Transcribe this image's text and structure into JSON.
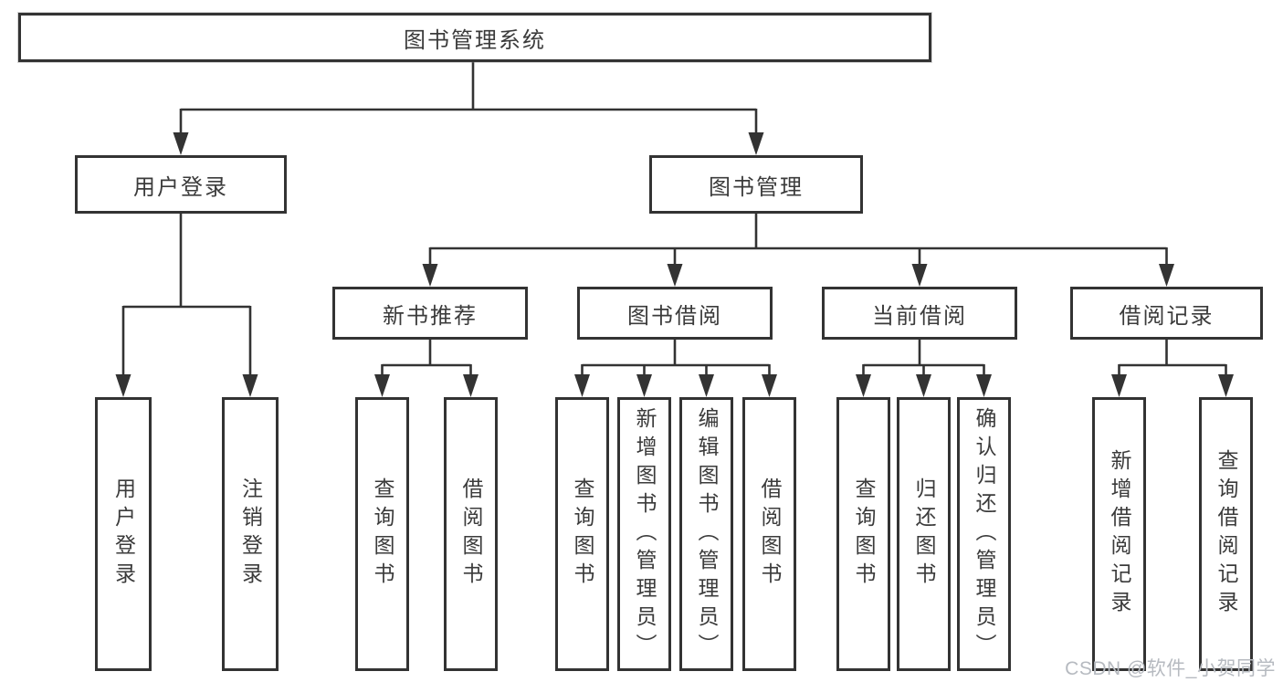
{
  "diagram_title": "图书管理系统",
  "tree": {
    "root": {
      "label": "图书管理系统",
      "children": [
        {
          "label": "用户登录",
          "children": [
            {
              "label": "用户登录"
            },
            {
              "label": "注销登录"
            }
          ]
        },
        {
          "label": "图书管理",
          "children": [
            {
              "label": "新书推荐",
              "children": [
                {
                  "label": "查询图书"
                },
                {
                  "label": "借阅图书"
                }
              ]
            },
            {
              "label": "图书借阅",
              "children": [
                {
                  "label": "查询图书"
                },
                {
                  "label": "新增图书（管理员）"
                },
                {
                  "label": "编辑图书（管理员）"
                },
                {
                  "label": "借阅图书"
                }
              ]
            },
            {
              "label": "当前借阅",
              "children": [
                {
                  "label": "查询图书"
                },
                {
                  "label": "归还图书"
                },
                {
                  "label": "确认归还（管理员）"
                }
              ]
            },
            {
              "label": "借阅记录",
              "children": [
                {
                  "label": "新增借阅记录"
                },
                {
                  "label": "查询借阅记录"
                }
              ]
            }
          ]
        }
      ]
    }
  },
  "watermark": {
    "text": "CSDN @软件_小贺同学"
  },
  "colors": {
    "line": "#333333",
    "box_border": "#333333",
    "text": "#3b3b3b",
    "watermark": "#b6bac0",
    "background": "#ffffff"
  }
}
